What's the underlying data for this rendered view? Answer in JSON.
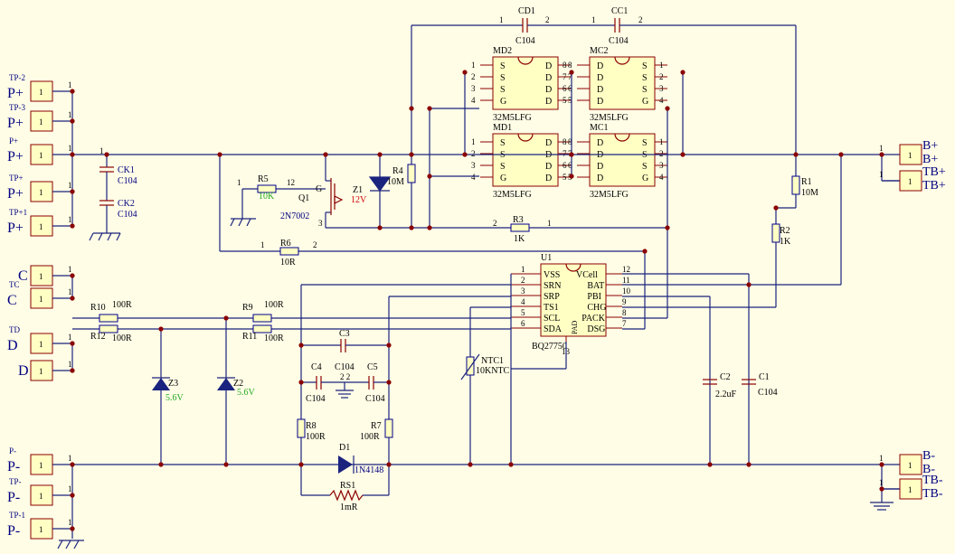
{
  "connectors": [
    {
      "id": "TP-2",
      "name": "P+",
      "pin": "1"
    },
    {
      "id": "TP-3",
      "name": "P+",
      "pin": "1"
    },
    {
      "id": "P+",
      "name": "P+",
      "pin": "1"
    },
    {
      "id": "TP+",
      "name": "P+",
      "pin": "1"
    },
    {
      "id": "TP+1",
      "name": "P+",
      "pin": "1"
    },
    {
      "id": "C",
      "name": "",
      "pin": "1"
    },
    {
      "id": "TC",
      "name": "C",
      "pin": "1"
    },
    {
      "id": "TD",
      "name": "D",
      "pin": "1"
    },
    {
      "id": "D",
      "name": "",
      "pin": "1"
    },
    {
      "id": "P-",
      "name": "P-",
      "pin": "1"
    },
    {
      "id": "TP-",
      "name": "P-",
      "pin": "1"
    },
    {
      "id": "TP-1",
      "name": "P-",
      "pin": "1"
    }
  ],
  "right_connectors": [
    {
      "name1": "B+",
      "name2": "B+",
      "pin": "1"
    },
    {
      "name1": "TB+",
      "name2": "TB+",
      "pin": "1"
    },
    {
      "name1": "B-",
      "name2": "B-",
      "pin": "1"
    },
    {
      "name1": "TB-",
      "name2": "TB-",
      "pin": "1"
    }
  ],
  "mosfets": [
    {
      "ref": "MD2",
      "value": "32M5LFG",
      "pins_left": [
        "S",
        "S",
        "S",
        "G"
      ],
      "pins_right": [
        "D",
        "D",
        "D",
        "D"
      ],
      "nums_left": [
        "1",
        "2",
        "3",
        "4"
      ],
      "nums_right": [
        "8",
        "7",
        "6",
        "5"
      ]
    },
    {
      "ref": "MC2",
      "value": "32M5LFG",
      "pins_left": [
        "D",
        "D",
        "D",
        "D"
      ],
      "pins_right": [
        "S",
        "S",
        "S",
        "G"
      ],
      "nums_left": [
        "8",
        "7",
        "6",
        "5"
      ],
      "nums_right": [
        "1",
        "2",
        "3",
        "4"
      ]
    },
    {
      "ref": "MD1",
      "value": "32M5LFG",
      "pins_left": [
        "S",
        "S",
        "S",
        "G"
      ],
      "pins_right": [
        "D",
        "D",
        "D",
        "D"
      ],
      "nums_left": [
        "1",
        "2",
        "3",
        "4"
      ],
      "nums_right": [
        "8",
        "7",
        "6",
        "5"
      ]
    },
    {
      "ref": "MC1",
      "value": "32M5LFG",
      "pins_left": [
        "D",
        "D",
        "D",
        "D"
      ],
      "pins_right": [
        "S",
        "S",
        "S",
        "G"
      ],
      "nums_left": [
        "8",
        "7",
        "6",
        "5"
      ],
      "nums_right": [
        "1",
        "2",
        "3",
        "4"
      ]
    }
  ],
  "ic": {
    "ref": "U1",
    "value": "BQ27750",
    "pad": "PAD",
    "pad_pin": "13",
    "left_pins": [
      {
        "n": "1",
        "name": "VSS"
      },
      {
        "n": "2",
        "name": "SRN"
      },
      {
        "n": "3",
        "name": "SRP"
      },
      {
        "n": "4",
        "name": "TS1"
      },
      {
        "n": "5",
        "name": "SCL"
      },
      {
        "n": "6",
        "name": "SDA"
      }
    ],
    "right_pins": [
      {
        "n": "12",
        "name": "VCell"
      },
      {
        "n": "11",
        "name": "BAT"
      },
      {
        "n": "10",
        "name": "PBI"
      },
      {
        "n": "9",
        "name": "CHG"
      },
      {
        "n": "8",
        "name": "PACK"
      },
      {
        "n": "7",
        "name": "DSG"
      }
    ]
  },
  "caps": {
    "CD1": {
      "ref": "CD1",
      "value": "C104"
    },
    "CC1": {
      "ref": "CC1",
      "value": "C104"
    },
    "CK1": {
      "ref": "CK1",
      "value": "C104"
    },
    "CK2": {
      "ref": "CK2",
      "value": "C104"
    },
    "C3": {
      "ref": "C3",
      "value": "C104"
    },
    "C4": {
      "ref": "C4",
      "value": "C104"
    },
    "C5": {
      "ref": "C5",
      "value": "C104"
    },
    "C2": {
      "ref": "C2",
      "value": "2.2uF"
    },
    "C1": {
      "ref": "C1",
      "value": "C104"
    }
  },
  "resistors": {
    "R5": {
      "ref": "R5",
      "value": "10K"
    },
    "R6": {
      "ref": "R6",
      "value": "10R"
    },
    "R4": {
      "ref": "R4",
      "value": "10M"
    },
    "R3": {
      "ref": "R3",
      "value": "1K"
    },
    "R1": {
      "ref": "R1",
      "value": "10M"
    },
    "R2": {
      "ref": "R2",
      "value": "1K"
    },
    "R10": {
      "ref": "R10",
      "value": "100R"
    },
    "R12": {
      "ref": "R12",
      "value": "100R"
    },
    "R9": {
      "ref": "R9",
      "value": "100R"
    },
    "R11": {
      "ref": "R11",
      "value": "100R"
    },
    "R8": {
      "ref": "R8",
      "value": "100R"
    },
    "R7": {
      "ref": "R7",
      "value": "100R"
    },
    "RS1": {
      "ref": "RS1",
      "value": "1mR"
    }
  },
  "others": {
    "Q1": {
      "ref": "Q1",
      "value": "2N7002",
      "g": "G"
    },
    "Z1": {
      "ref": "Z1",
      "value": "12V"
    },
    "Z2": {
      "ref": "Z2",
      "value": "5.6V"
    },
    "Z3": {
      "ref": "Z3",
      "value": "5.6V"
    },
    "D1": {
      "ref": "D1",
      "value": "1N4148"
    },
    "NTC1": {
      "ref": "NTC1",
      "value": "10KNTC"
    }
  },
  "pin_numbers": {
    "one": "1",
    "two": "2",
    "twelve": "12",
    "three": "3",
    "twentytwo": "2 2"
  }
}
